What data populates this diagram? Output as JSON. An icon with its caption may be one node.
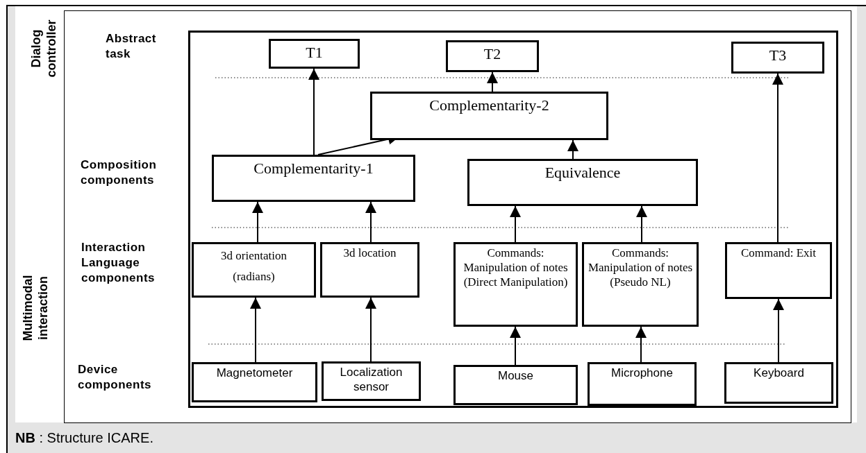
{
  "diagram": {
    "caption": "**NB** : Structure ICARE.",
    "nodes": [
      {
        "text": [
          "T1"
        ]
      },
      {
        "text": [
          "T2"
        ]
      },
      {
        "text": [
          "T3"
        ]
      },
      {
        "text": [
          "Complementarity-2"
        ]
      },
      {
        "text": [
          "Complementarity-1"
        ]
      },
      {
        "text": [
          "Equivalence"
        ]
      },
      {
        "text": [
          "3d orientation (radians)"
        ]
      },
      {
        "text": [
          "3d location"
        ]
      },
      {
        "text": [
          "Commands: Manipulation of notes (Direct Manipulation)"
        ]
      },
      {
        "text": [
          "Commands: Manipulation of notes (Pseudo NL)"
        ]
      },
      {
        "text": [
          "Command: Exit"
        ]
      },
      {
        "text": [
          "Magnetometer"
        ]
      },
      {
        "text": [
          "Localization sensor"
        ]
      },
      {
        "text": [
          "Mouse"
        ]
      },
      {
        "text": [
          "Microphone"
        ]
      },
      {
        "text": [
          "Keyboard"
        ]
      }
    ],
    "edges": [
      {
        "from": 4,
        "to": 0,
        "arrow": "to"
      },
      {
        "from": 4,
        "to": 3,
        "arrow": "to"
      },
      {
        "from": 3,
        "to": 1,
        "arrow": "to"
      },
      {
        "from": 5,
        "to": 3,
        "arrow": "to"
      },
      {
        "from": 10,
        "to": 2,
        "arrow": "to"
      },
      {
        "from": 6,
        "to": 4,
        "arrow": "to"
      },
      {
        "from": 7,
        "to": 4,
        "arrow": "to"
      },
      {
        "from": 8,
        "to": 5,
        "arrow": "to"
      },
      {
        "from": 9,
        "to": 5,
        "arrow": "to"
      },
      {
        "from": 11,
        "to": 6,
        "arrow": "to"
      },
      {
        "from": 12,
        "to": 7,
        "arrow": "to"
      },
      {
        "from": 13,
        "to": 8,
        "arrow": "to"
      },
      {
        "from": 14,
        "to": 9,
        "arrow": "to"
      },
      {
        "from": 15,
        "to": 10,
        "arrow": "to"
      }
    ],
    "labels": [
      "Dialog controller",
      "Abstract task",
      "Composition components",
      "Multimodal interaction",
      "Interaction Language components",
      "Device components"
    ]
  }
}
